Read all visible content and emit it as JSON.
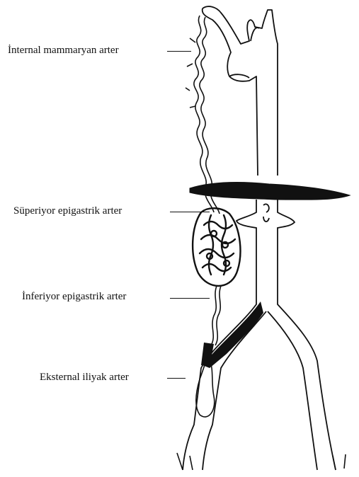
{
  "labels": {
    "internal_mammary": "İnternal mammaryan arter",
    "superior_epigastric": "Süperiyor epigastrik arter",
    "inferior_epigastric": "İnferiyor epigastrik arter",
    "external_iliac": "Eksternal iliyak arter"
  }
}
